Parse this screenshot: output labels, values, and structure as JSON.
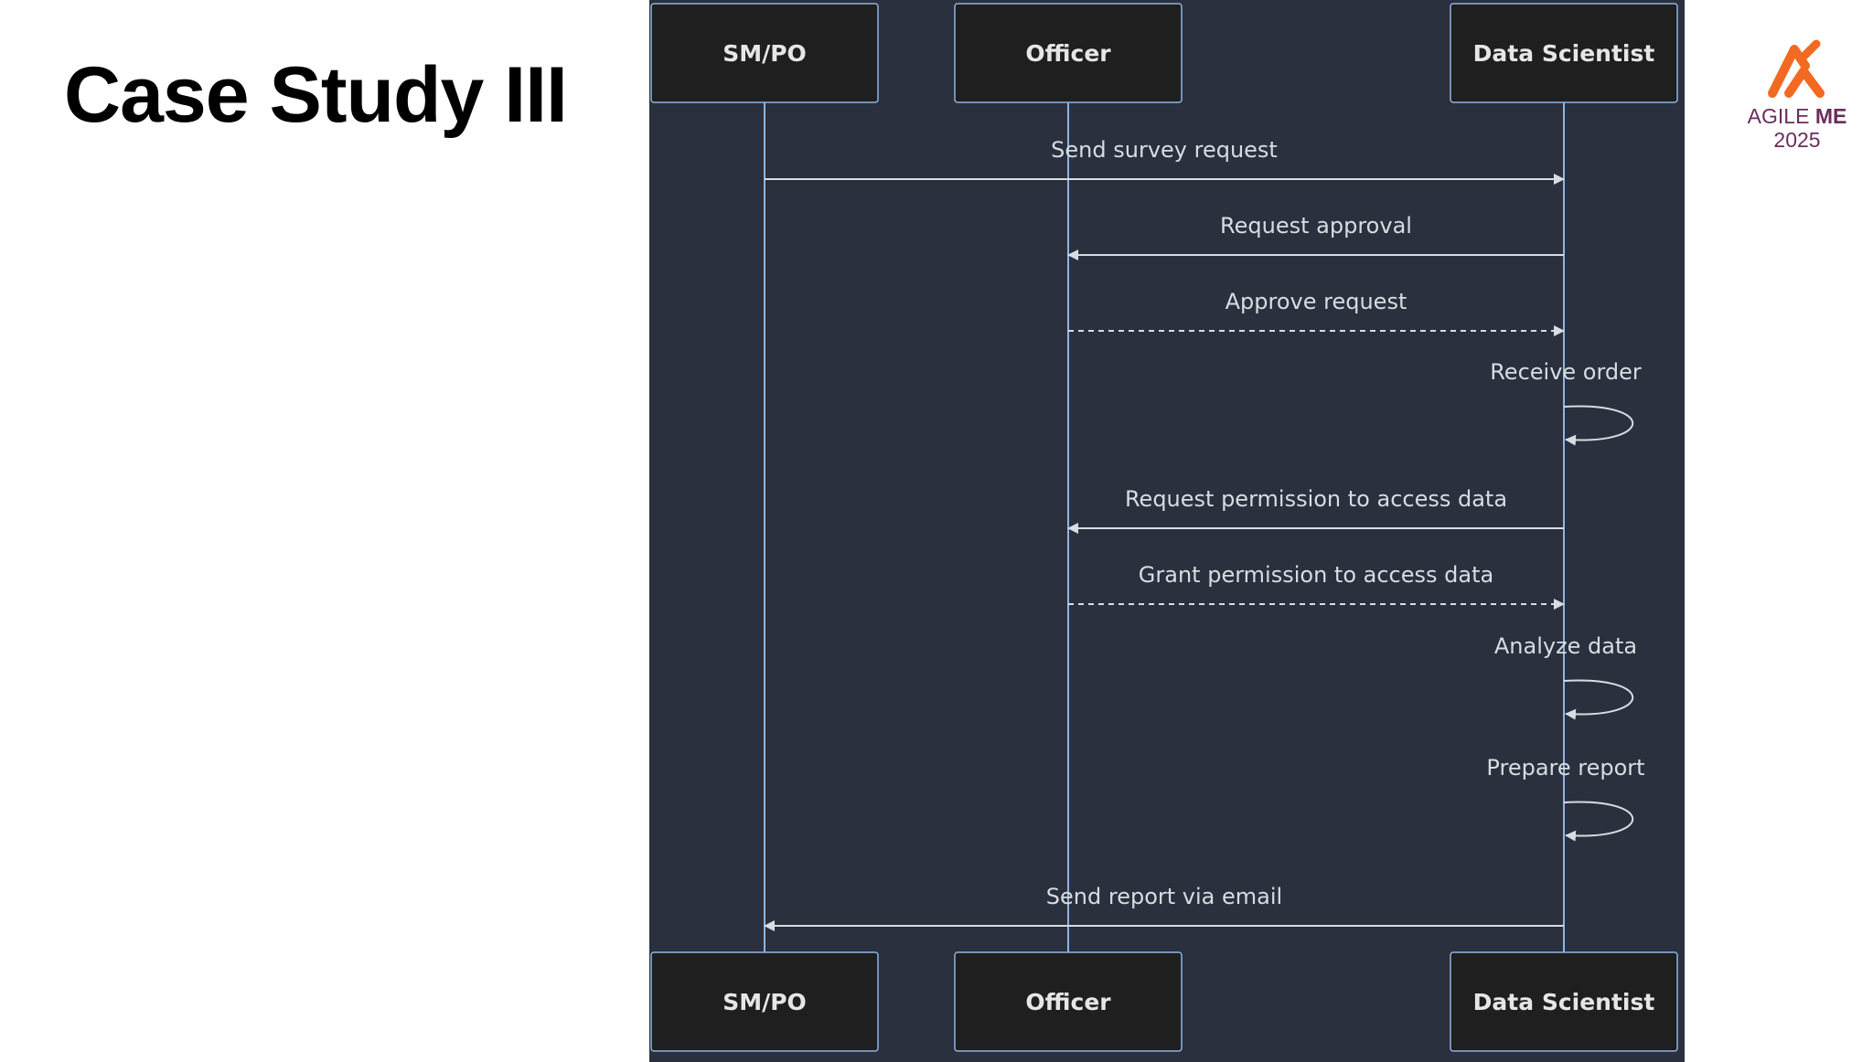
{
  "slide": {
    "title": "Case Study III"
  },
  "logo": {
    "brand_light": "AGILE",
    "brand_bold": "ME",
    "year": "2025",
    "accent_color": "#f26a21",
    "text_color": "#6b2d5c"
  },
  "diagram": {
    "type": "sequence",
    "background": "#2a303d",
    "actor_fill": "#1f1f1f",
    "line_color": "#8fb4e0",
    "message_color": "#d8dce3",
    "actors": [
      "SM/PO",
      "Officer",
      "Data Scientist"
    ],
    "messages": [
      {
        "from": "SM/PO",
        "to": "Data Scientist",
        "label": "Send survey request",
        "style": "solid"
      },
      {
        "from": "Data Scientist",
        "to": "Officer",
        "label": "Request approval",
        "style": "solid"
      },
      {
        "from": "Officer",
        "to": "Data Scientist",
        "label": "Approve request",
        "style": "dashed"
      },
      {
        "from": "Data Scientist",
        "to": "Data Scientist",
        "label": "Receive order",
        "style": "self"
      },
      {
        "from": "Data Scientist",
        "to": "Officer",
        "label": "Request permission to access data",
        "style": "solid"
      },
      {
        "from": "Officer",
        "to": "Data Scientist",
        "label": "Grant permission to access data",
        "style": "dashed"
      },
      {
        "from": "Data Scientist",
        "to": "Data Scientist",
        "label": "Analyze data",
        "style": "self"
      },
      {
        "from": "Data Scientist",
        "to": "Data Scientist",
        "label": "Prepare report",
        "style": "self"
      },
      {
        "from": "Data Scientist",
        "to": "SM/PO",
        "label": "Send report via email",
        "style": "solid"
      }
    ]
  }
}
